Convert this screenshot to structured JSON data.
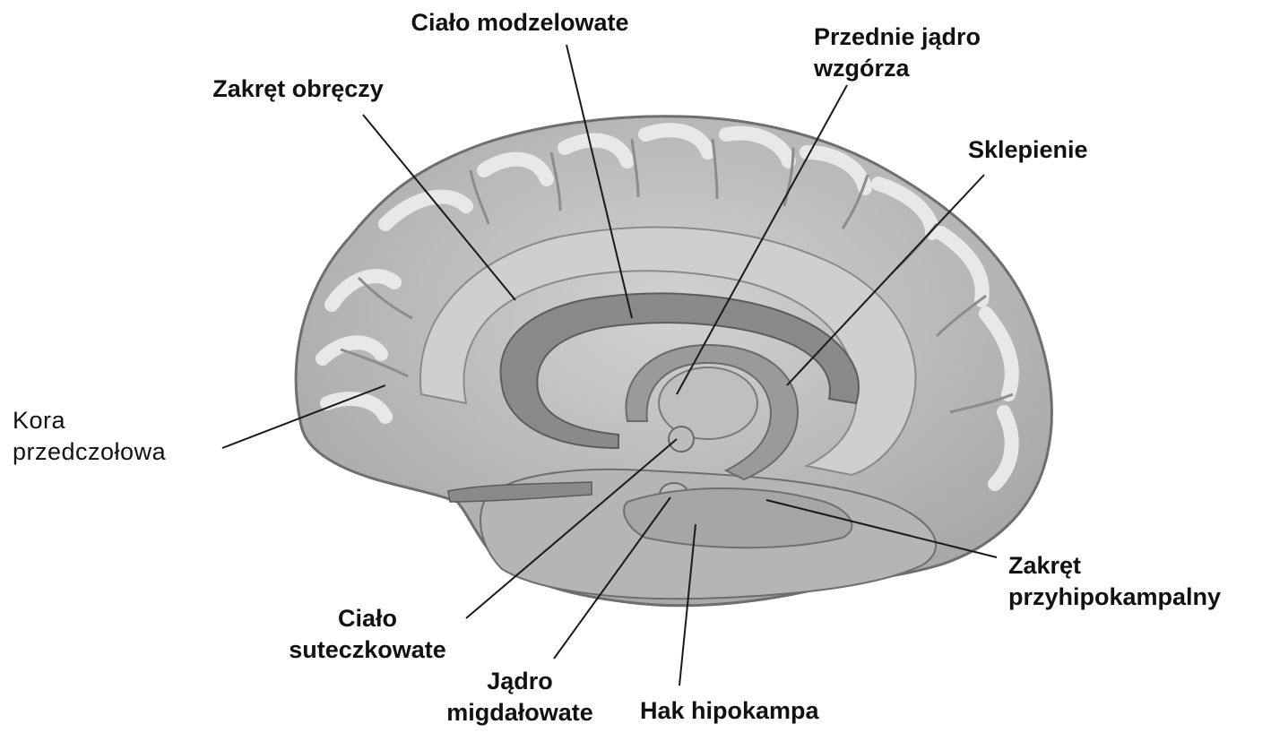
{
  "diagram": {
    "labels": {
      "corpus_callosum": "Ciało modzelowate",
      "cingulate_gyrus": "Zakręt obręczy",
      "anterior_thalamic_nucleus": [
        "Przednie jądro",
        "wzgórza"
      ],
      "fornix": "Sklepienie",
      "prefrontal_cortex": [
        "Kora",
        "przedczołowa"
      ],
      "parahippocampal_gyrus": [
        "Zakręt",
        "przyhipokampalny"
      ],
      "mammillary_body": [
        "Ciało",
        "suteczkowate"
      ],
      "amygdala": [
        "Jądro",
        "migdałowate"
      ],
      "uncus": "Hak hipokampa"
    },
    "colors": {
      "cortex": "#bdbdbd",
      "gyrus_highlight": "#e6e6e6",
      "sulcus": "#8c8c8c",
      "limbic_band": "#c9c9c9",
      "corpus_callosum": "#8a8a8a",
      "fornix": "#9a9a9a",
      "background": "#ffffff"
    }
  }
}
